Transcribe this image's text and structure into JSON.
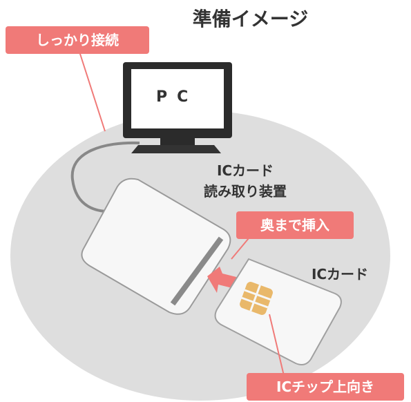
{
  "title": "準備イメージ",
  "badges": {
    "connect": "しっかり接続",
    "insert": "奥まで挿入",
    "chip_up": "ICチップ上向き"
  },
  "labels": {
    "pc": "PC",
    "reader_line1": "ICカード",
    "reader_line2": "読み取り装置",
    "card": "ICカード"
  },
  "colors": {
    "accent": "#f07a78",
    "circle": "#dedede",
    "device": "#2b2b2b"
  }
}
